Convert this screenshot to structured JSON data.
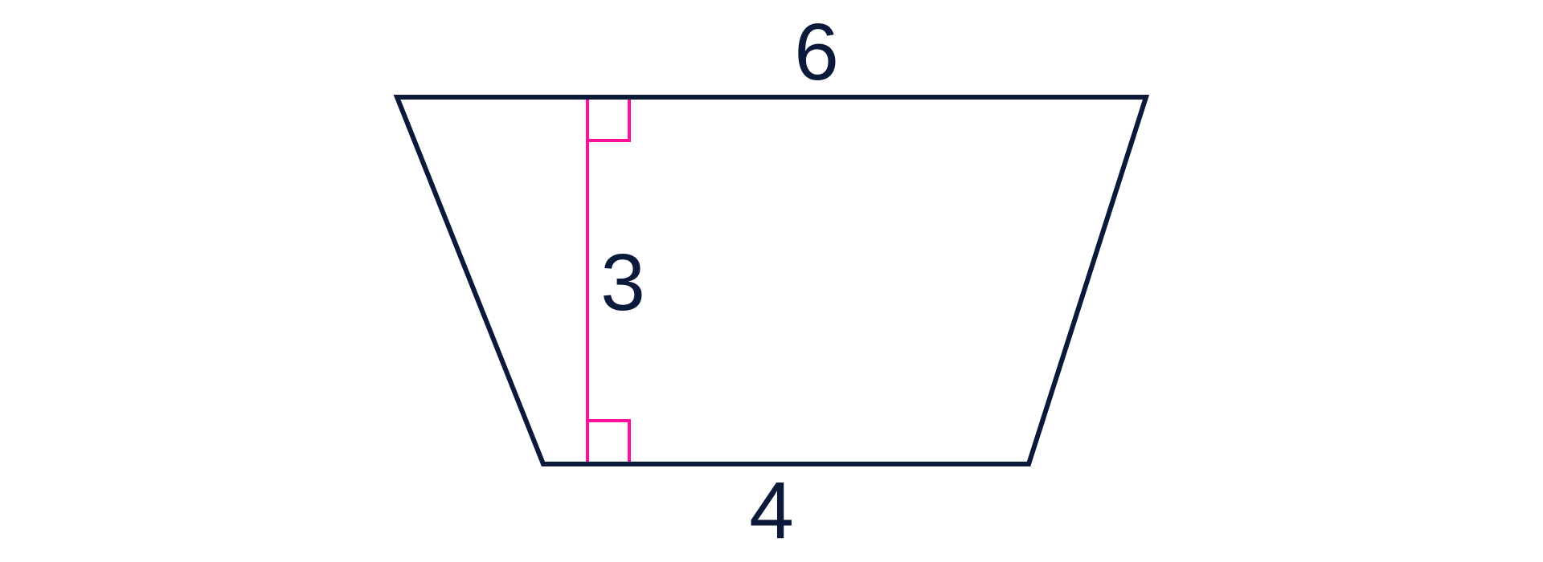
{
  "diagram": {
    "type": "trapezoid",
    "colors": {
      "outline": "#0b1a3a",
      "height_marker": "#ff0f9b",
      "background": "#ffffff",
      "label": "#0b1a3a"
    },
    "labels": {
      "top_base": "6",
      "height": "3",
      "bottom_base": "4"
    }
  }
}
